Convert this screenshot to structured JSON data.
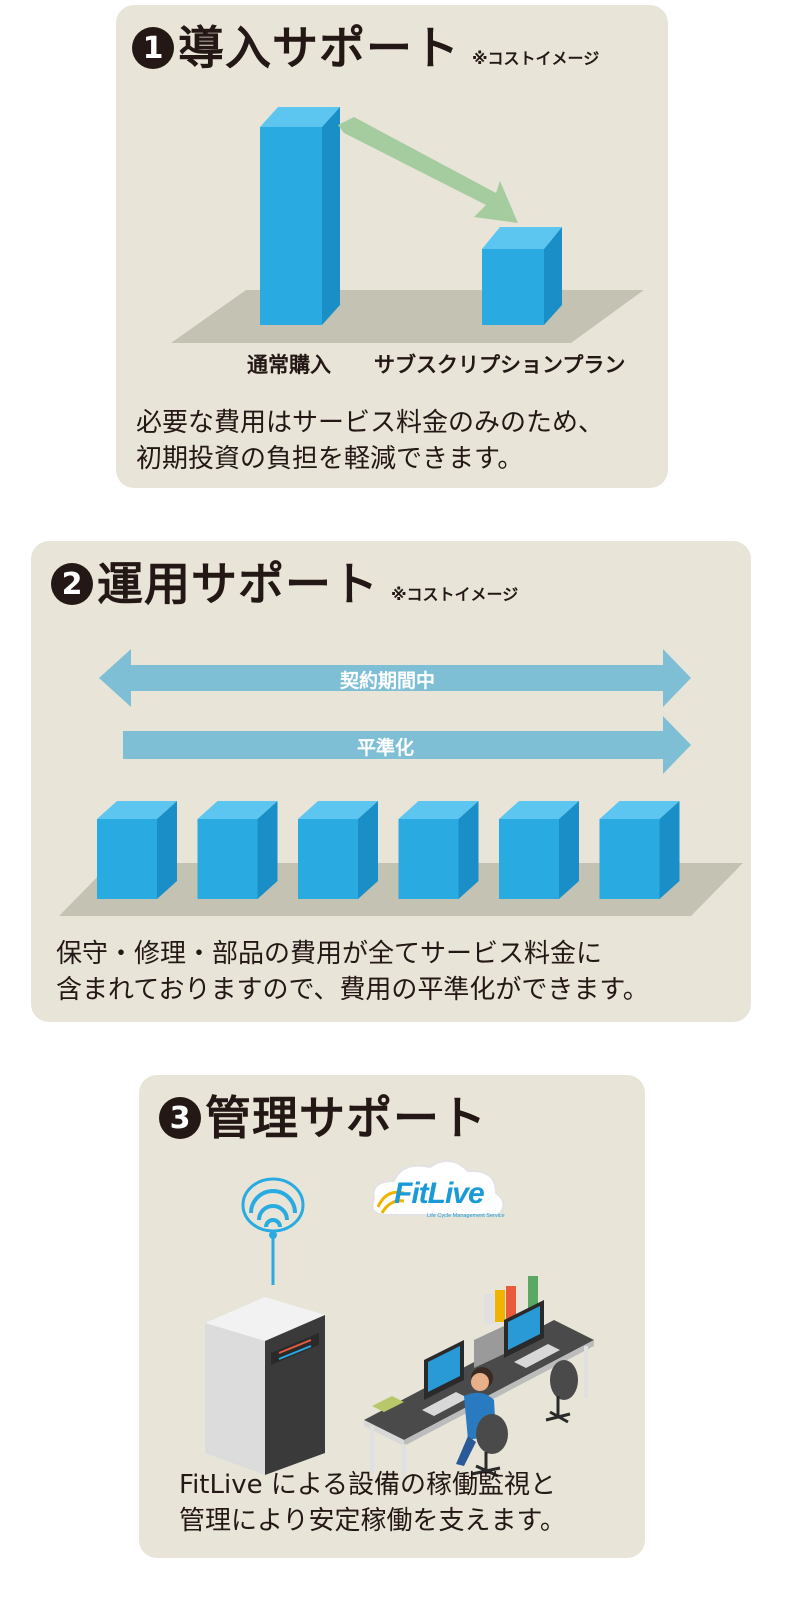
{
  "section1": {
    "number": "1",
    "title": "導入サポート",
    "note": "※コストイメージ",
    "bar_left_label": "通常購入",
    "bar_right_label": "サブスクリプションプラン",
    "desc_line1": "必要な費用はサービス料金のみのため、",
    "desc_line2": "初期投資の負担を軽減できます。"
  },
  "section2": {
    "number": "2",
    "title": "運用サポート",
    "note": "※コストイメージ",
    "arrow1_label": "契約期間中",
    "arrow2_label": "平準化",
    "desc_line1": "保守・修理・部品の費用が全てサービス料金に",
    "desc_line2": "含まれておりますので、費用の平準化ができます。"
  },
  "section3": {
    "number": "3",
    "title": "管理サポート",
    "logo_text": "FitLive",
    "logo_subtext": "Life Cycle Management Service",
    "desc_line1": "FitLive による設備の稼働監視と",
    "desc_line2": "管理により安定稼働を支えます。"
  },
  "colors": {
    "card_bg": "#e8e5d8",
    "cube_front": "#29abe2",
    "cube_top": "#5cc6f0",
    "cube_side": "#1a8fc7",
    "floor": "#c4c2b3",
    "arrow_blue": "#7fbfd6",
    "arrow_green": "#a5cc9e"
  }
}
